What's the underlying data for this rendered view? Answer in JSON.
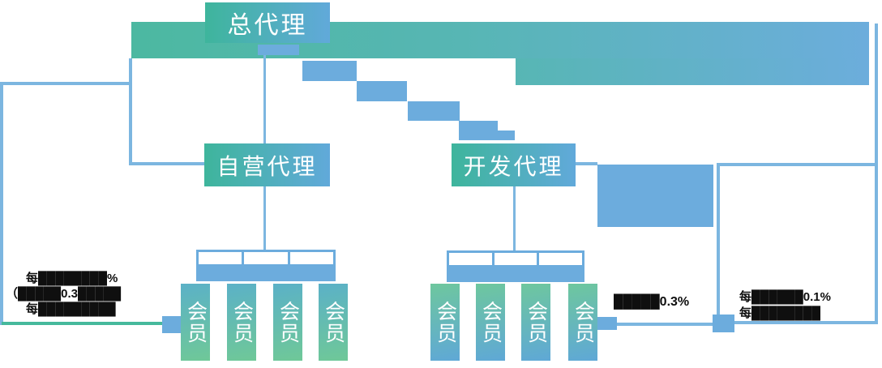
{
  "diagram": {
    "title_node": "总代理",
    "self_agent_node": "自营代理",
    "dev_agent_node": "开发代理",
    "member_label": "会员",
    "left_member_count": 4,
    "right_member_count": 4
  },
  "annotations": {
    "left_note": {
      "line1": "每████████%",
      "line2": "（█████0.3█████",
      "line3": "每█████████"
    },
    "middle_note": {
      "text": "█████0.3%"
    },
    "right_note": {
      "line1": "每██████0.1%",
      "line2": "每████████"
    }
  },
  "colors": {
    "teal": "#46b99c",
    "solid_blue": "#6cacdd",
    "line_blue": "#7cb6e0",
    "node_gradient_start": "#3eb59c",
    "node_gradient_end": "#61a9da",
    "text_black": "#0f0f0f"
  }
}
